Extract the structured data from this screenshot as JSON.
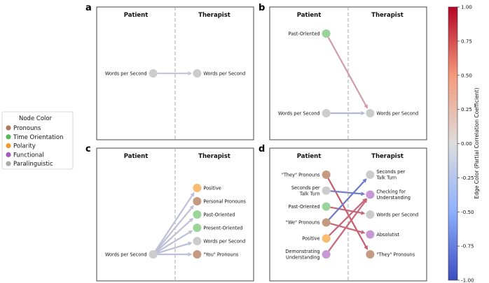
{
  "legend": {
    "title": "Node Color",
    "items": [
      {
        "label": "Pronouns",
        "color": "#b07a5a"
      },
      {
        "label": "Time Orientation",
        "color": "#5cb85c"
      },
      {
        "label": "Polarity",
        "color": "#f59a2a"
      },
      {
        "label": "Functional",
        "color": "#a45cb8"
      },
      {
        "label": "Paralinguistic",
        "color": "#a9a9a9"
      }
    ]
  },
  "colorbar": {
    "label": "Edge Color (Partial Correlation Coefficient)",
    "ticks": [
      "1.00",
      "0.75",
      "0.50",
      "0.25",
      "0.00",
      "-0.25",
      "-0.50",
      "-0.75",
      "-1.00"
    ]
  },
  "columns": {
    "left": "Patient",
    "right": "Therapist"
  },
  "category_colors": {
    "pronouns": "#c49a80",
    "time": "#9ad49a",
    "polarity": "#f8bb70",
    "functional": "#c898d4",
    "paralinguistic": "#cccccc"
  },
  "panels": [
    {
      "letter": "a",
      "left_nodes": [
        {
          "label": "Words per Second",
          "cat": "paralinguistic",
          "level": 0.5
        }
      ],
      "right_nodes": [
        {
          "label": "Words per Second",
          "cat": "paralinguistic",
          "level": 0.5
        }
      ],
      "edges": [
        {
          "from": 0,
          "to": 0,
          "r": -0.15
        }
      ]
    },
    {
      "letter": "b",
      "left_nodes": [
        {
          "label": "Past-Oriented",
          "cat": "time",
          "level": 0.2
        },
        {
          "label": "Words per Second",
          "cat": "paralinguistic",
          "level": 0.8
        }
      ],
      "right_nodes": [
        {
          "label": "Words per Second",
          "cat": "paralinguistic",
          "level": 0.8
        }
      ],
      "edges": [
        {
          "from": 0,
          "to": 0,
          "r": 0.3
        },
        {
          "from": 1,
          "to": 0,
          "r": -0.25
        }
      ]
    },
    {
      "letter": "c",
      "left_nodes": [
        {
          "label": "Words per Second",
          "cat": "paralinguistic",
          "level": 0.8
        }
      ],
      "right_nodes": [
        {
          "label": "Positive",
          "cat": "polarity",
          "level": 0.3
        },
        {
          "label": "Personal Pronouns",
          "cat": "pronouns",
          "level": 0.4
        },
        {
          "label": "Past-Oriented",
          "cat": "time",
          "level": 0.5
        },
        {
          "label": "Present-Oriented",
          "cat": "time",
          "level": 0.6
        },
        {
          "label": "Words per Second",
          "cat": "paralinguistic",
          "level": 0.7
        },
        {
          "label": "\"You\" Pronouns",
          "cat": "pronouns",
          "level": 0.8
        }
      ],
      "edges": [
        {
          "from": 0,
          "to": 0,
          "r": -0.2
        },
        {
          "from": 0,
          "to": 1,
          "r": -0.2
        },
        {
          "from": 0,
          "to": 2,
          "r": -0.2
        },
        {
          "from": 0,
          "to": 3,
          "r": -0.2
        },
        {
          "from": 0,
          "to": 4,
          "r": -0.2
        },
        {
          "from": 0,
          "to": 5,
          "r": -0.2
        }
      ]
    },
    {
      "letter": "d",
      "left_nodes": [
        {
          "label": "\"They\" Pronouns",
          "cat": "pronouns",
          "level": 0.2
        },
        {
          "label": "Seconds per|Talk Turn",
          "cat": "paralinguistic",
          "level": 0.32
        },
        {
          "label": "Past-Oriented",
          "cat": "time",
          "level": 0.44
        },
        {
          "label": "\"We\" Pronouns",
          "cat": "pronouns",
          "level": 0.56
        },
        {
          "label": "Positive",
          "cat": "polarity",
          "level": 0.68
        },
        {
          "label": "Demonstrating|Understanding",
          "cat": "functional",
          "level": 0.8
        }
      ],
      "right_nodes": [
        {
          "label": "Seconds per|Talk Turn",
          "cat": "paralinguistic",
          "level": 0.2
        },
        {
          "label": "Checking for|Understanding",
          "cat": "functional",
          "level": 0.35
        },
        {
          "label": "Words per Second",
          "cat": "paralinguistic",
          "level": 0.5
        },
        {
          "label": "Absolutist",
          "cat": "functional",
          "level": 0.65
        },
        {
          "label": "\"They\" Pronouns",
          "cat": "pronouns",
          "level": 0.8
        }
      ],
      "edges": [
        {
          "from": 0,
          "to": 4,
          "r": 0.6
        },
        {
          "from": 1,
          "to": 1,
          "r": -0.65
        },
        {
          "from": 2,
          "to": 2,
          "r": 0.55
        },
        {
          "from": 3,
          "to": 0,
          "r": -0.7
        },
        {
          "from": 3,
          "to": 3,
          "r": 0.55
        },
        {
          "from": 4,
          "to": 1,
          "r": 0.55
        },
        {
          "from": 5,
          "to": 1,
          "r": 0.55
        }
      ]
    }
  ]
}
